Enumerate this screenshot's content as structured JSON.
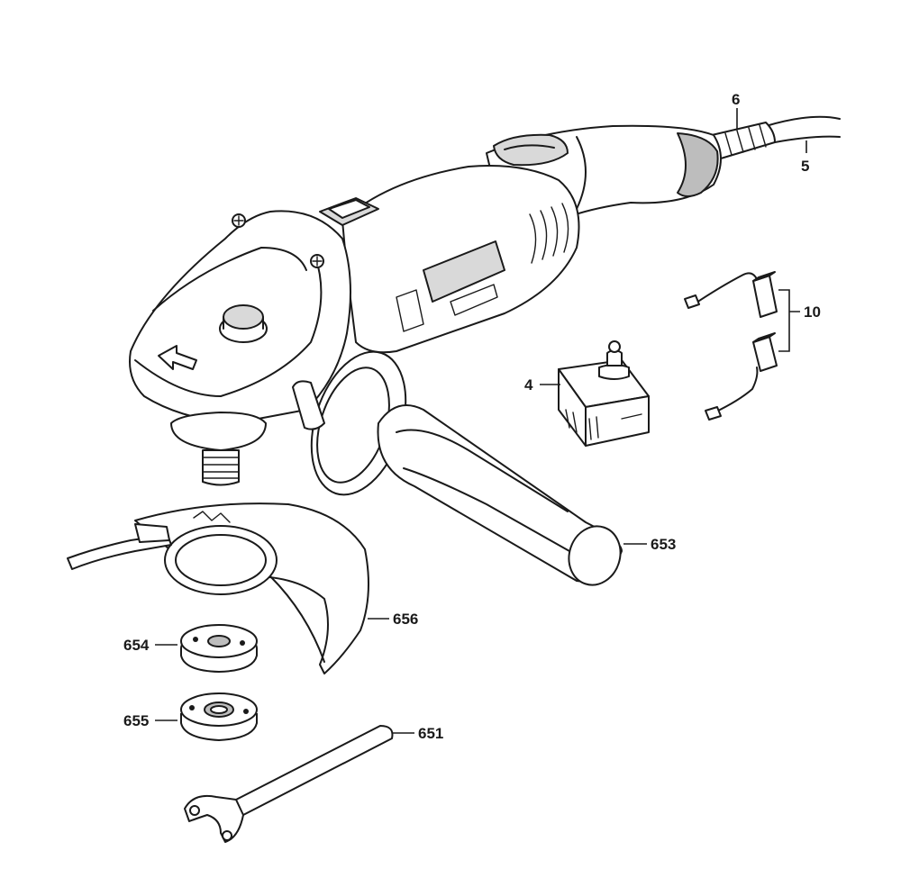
{
  "callouts": {
    "c6": "6",
    "c5": "5",
    "c10": "10",
    "c4": "4",
    "c653": "653",
    "c656": "656",
    "c654": "654",
    "c655": "655",
    "c651": "651"
  },
  "colors": {
    "line": "#1a1a1a",
    "light_fill": "#d9d9d9",
    "mid_fill": "#bdbdbd",
    "background": "#ffffff"
  }
}
